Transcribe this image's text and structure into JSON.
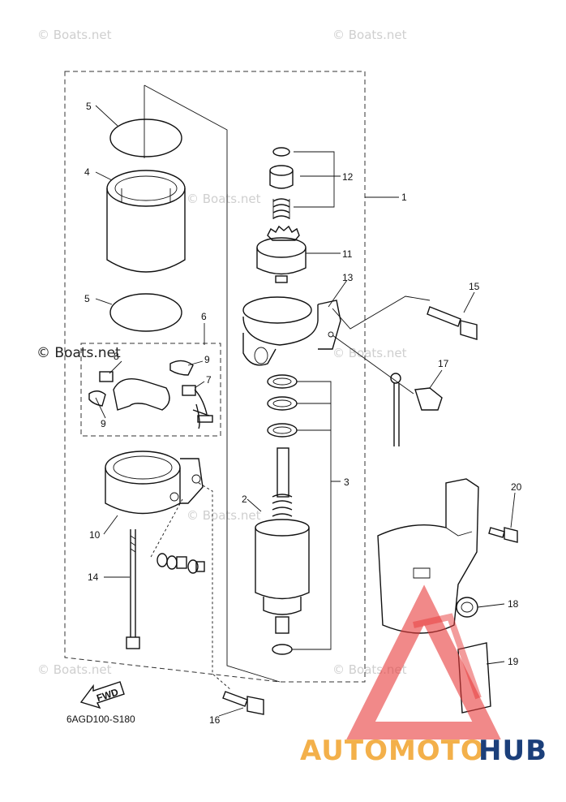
{
  "watermarks": [
    "© Boats.net",
    "© Boats.net",
    "© Boats.net",
    "© Boats.net",
    "© Boats.net",
    "© Boats.net",
    "© Boats.net"
  ],
  "watermark_dark": "© Boats.net",
  "part_numbers": [
    "1",
    "2",
    "3",
    "4",
    "5",
    "5",
    "6",
    "7",
    "8",
    "9",
    "9",
    "10",
    "11",
    "12",
    "13",
    "14",
    "15",
    "16",
    "17",
    "18",
    "19",
    "20"
  ],
  "direction_label": "FWD",
  "diagram_code": "6AGD100-S180",
  "brand": {
    "part1": "AUTOMOTO",
    "part2": "HUB",
    "accent_color": "#f3b04a",
    "primary_color": "#1b3f7a",
    "triangle_color": "#e83a3a"
  }
}
